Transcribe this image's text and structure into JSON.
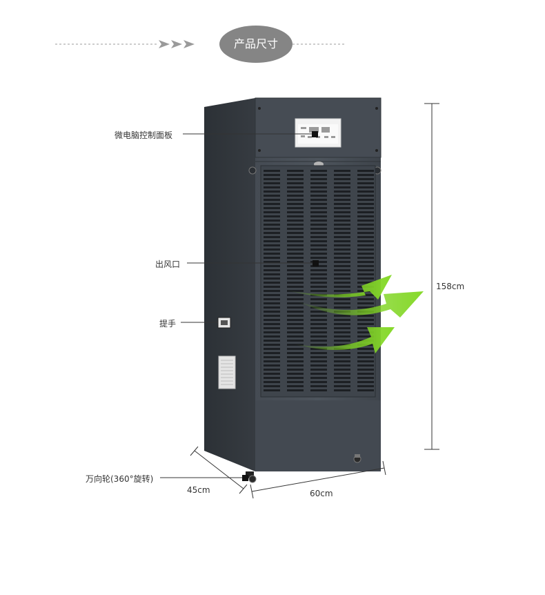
{
  "header": {
    "title": "产品尺寸"
  },
  "callouts": {
    "control_panel": "微电脑控制面板",
    "air_outlet": "出风口",
    "handle": "提手",
    "casters": "万向轮(360°旋转)"
  },
  "dimensions": {
    "height": "158cm",
    "depth": "45cm",
    "width": "60cm"
  },
  "colors": {
    "body": "#3b4149",
    "pill": "#858585",
    "arrow": "#7ed321",
    "line": "#333333"
  }
}
